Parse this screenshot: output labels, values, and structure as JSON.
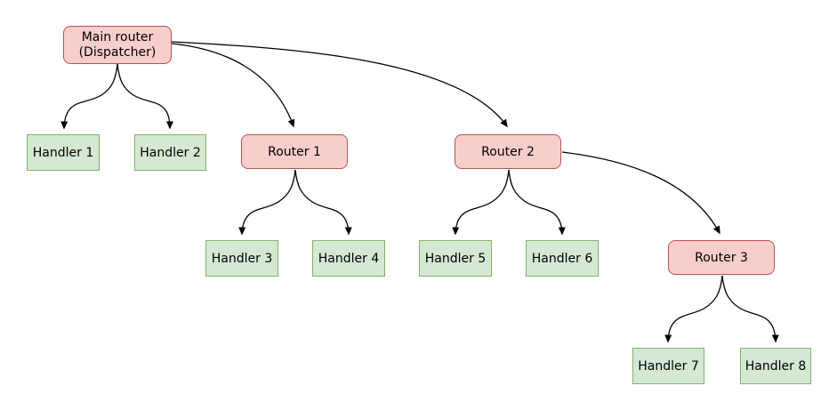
{
  "diagram": {
    "background_color": "#ffffff",
    "colors": {
      "router_fill": "#f8cecc",
      "router_border": "#b85450",
      "handler_fill": "#d5e8d4",
      "handler_border": "#82b366",
      "edge": "#000000",
      "text": "#000000"
    },
    "nodes": [
      {
        "id": "main-router",
        "type": "router",
        "label": "Main router (Dispatcher)",
        "lines": [
          "Main router",
          "(Dispatcher)"
        ]
      },
      {
        "id": "handler-1",
        "type": "handler",
        "label": "Handler 1"
      },
      {
        "id": "handler-2",
        "type": "handler",
        "label": "Handler 2"
      },
      {
        "id": "router-1",
        "type": "router",
        "label": "Router 1"
      },
      {
        "id": "router-2",
        "type": "router",
        "label": "Router 2"
      },
      {
        "id": "handler-3",
        "type": "handler",
        "label": "Handler 3"
      },
      {
        "id": "handler-4",
        "type": "handler",
        "label": "Handler 4"
      },
      {
        "id": "handler-5",
        "type": "handler",
        "label": "Handler 5"
      },
      {
        "id": "handler-6",
        "type": "handler",
        "label": "Handler 6"
      },
      {
        "id": "router-3",
        "type": "router",
        "label": "Router 3"
      },
      {
        "id": "handler-7",
        "type": "handler",
        "label": "Handler 7"
      },
      {
        "id": "handler-8",
        "type": "handler",
        "label": "Handler 8"
      }
    ],
    "edges": [
      {
        "from": "main-router",
        "to": "handler-1"
      },
      {
        "from": "main-router",
        "to": "handler-2"
      },
      {
        "from": "main-router",
        "to": "router-1"
      },
      {
        "from": "main-router",
        "to": "router-2"
      },
      {
        "from": "router-1",
        "to": "handler-3"
      },
      {
        "from": "router-1",
        "to": "handler-4"
      },
      {
        "from": "router-2",
        "to": "handler-5"
      },
      {
        "from": "router-2",
        "to": "handler-6"
      },
      {
        "from": "router-2",
        "to": "router-3"
      },
      {
        "from": "router-3",
        "to": "handler-7"
      },
      {
        "from": "router-3",
        "to": "handler-8"
      }
    ]
  }
}
